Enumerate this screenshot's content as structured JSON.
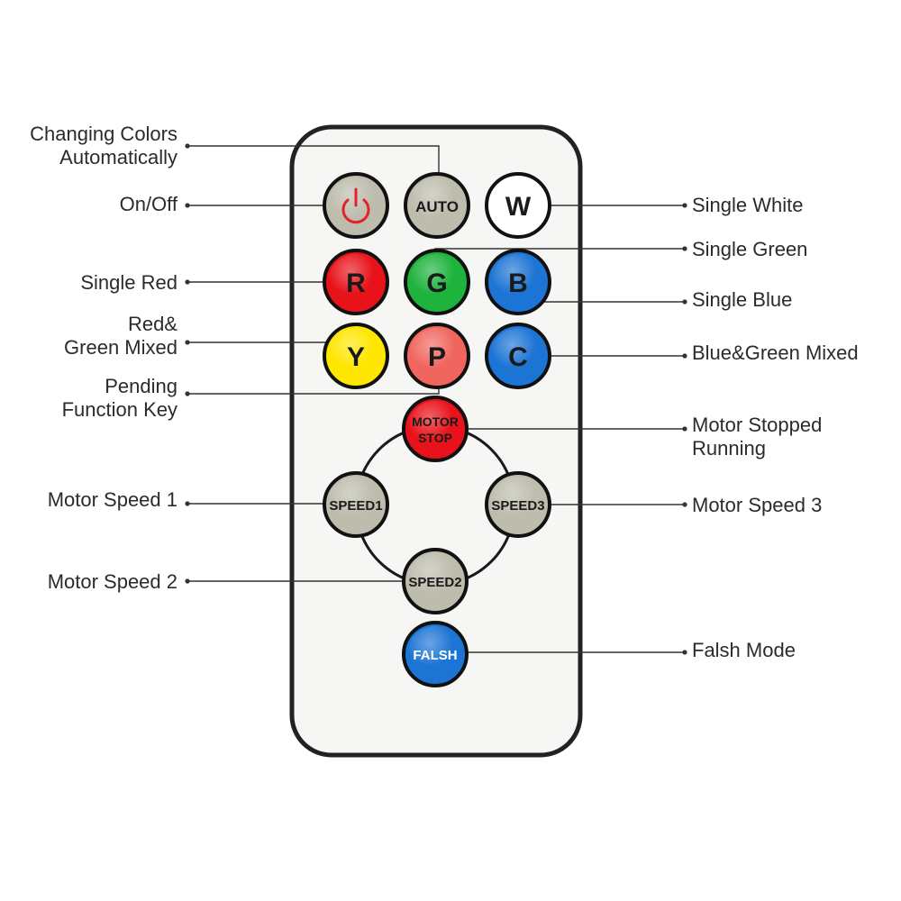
{
  "colors": {
    "body_fill": "#f6f6f4",
    "body_stroke": "#222222",
    "gray_button": "#bdbcad",
    "white_button": "#ffffff",
    "red_button": "#e8121a",
    "green_button": "#1db33c",
    "blue_button": "#1c74d4",
    "yellow_button": "#ffe600",
    "pink_button": "#f0665e",
    "power_icon": "#e1232b",
    "leader_line": "#333333"
  },
  "buttons": {
    "power": {
      "icon": "power-icon"
    },
    "auto": {
      "label": "AUTO"
    },
    "w": {
      "label": "W"
    },
    "r": {
      "label": "R"
    },
    "g": {
      "label": "G"
    },
    "b": {
      "label": "B"
    },
    "y": {
      "label": "Y"
    },
    "p": {
      "label": "P"
    },
    "c": {
      "label": "C"
    },
    "motor_stop": {
      "line1": "MOTOR",
      "line2": "STOP"
    },
    "speed1": {
      "label": "SPEED1"
    },
    "speed2": {
      "label": "SPEED2"
    },
    "speed3": {
      "label": "SPEED3"
    },
    "falsh": {
      "label": "FALSH"
    }
  },
  "labels": {
    "changing_colors": {
      "line1": "Changing Colors",
      "line2": "Automatically"
    },
    "on_off": "On/Off",
    "single_red": "Single Red",
    "red_green": {
      "line1": "Red&",
      "line2": "Green Mixed"
    },
    "pending": {
      "line1": "Pending",
      "line2": "Function Key"
    },
    "motor_speed_1": "Motor Speed 1",
    "motor_speed_2": "Motor Speed 2",
    "single_white": "Single White",
    "single_green": "Single Green",
    "single_blue": "Single Blue",
    "blue_green": "Blue&Green Mixed",
    "motor_stopped": {
      "line1": "Motor Stopped",
      "line2": "Running"
    },
    "motor_speed_3": "Motor Speed 3",
    "falsh_mode": "Falsh Mode"
  }
}
